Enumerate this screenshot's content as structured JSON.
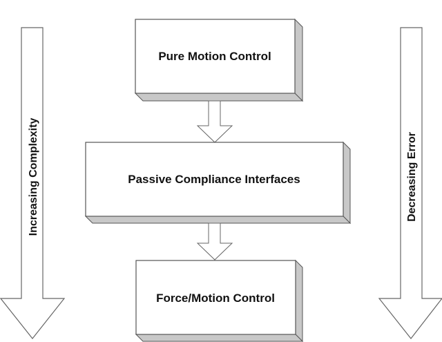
{
  "diagram": {
    "boxes": [
      {
        "label": "Pure Motion Control"
      },
      {
        "label": "Passive Compliance Interfaces"
      },
      {
        "label": "Force/Motion Control"
      }
    ],
    "left_arrow": {
      "label": "Increasing Complexity"
    },
    "right_arrow": {
      "label": "Decreasing Error"
    },
    "colors": {
      "box_face": "#ffffff",
      "box_depth": "#c8c8c8",
      "outline": "#555555"
    }
  }
}
